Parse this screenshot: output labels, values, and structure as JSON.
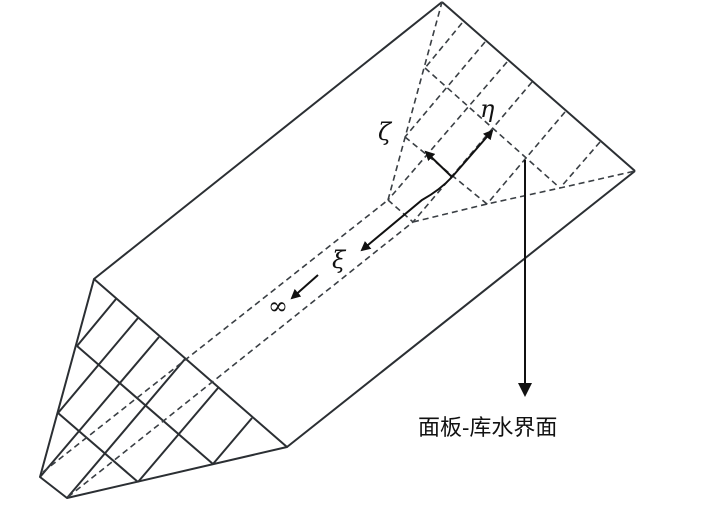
{
  "labels": {
    "zeta": "ζ",
    "eta": "η",
    "xi": "ξ",
    "infinity": "∞",
    "interface": "面板-库水界面"
  }
}
